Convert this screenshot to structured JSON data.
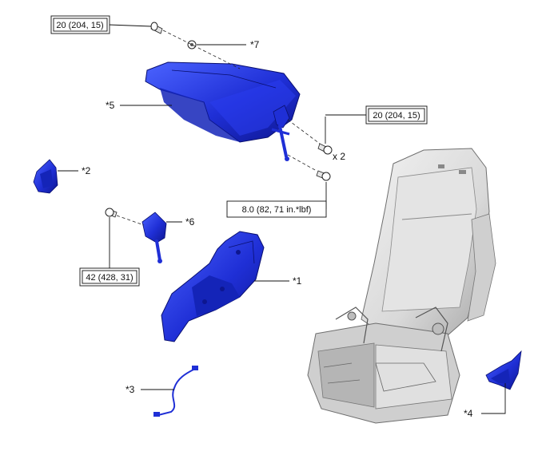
{
  "colors": {
    "part_blue": "#1f2fd6",
    "part_blue_dark": "#0d1690",
    "part_blue_light": "#4b63ff",
    "seat_gray": "#d9d9d9",
    "seat_gray_dark": "#9a9a9a",
    "line": "#111111"
  },
  "callouts": {
    "c1": "*1",
    "c2": "*2",
    "c3": "*3",
    "c4": "*4",
    "c5": "*5",
    "c6": "*6",
    "c7": "*7"
  },
  "torque": {
    "t_top": "20 (204, 15)",
    "t_right": "20 (204, 15)",
    "t_small": "8.0 (82, 71 in.*lbf)",
    "t_left": "42 (428, 31)"
  },
  "quantity": "x 2"
}
